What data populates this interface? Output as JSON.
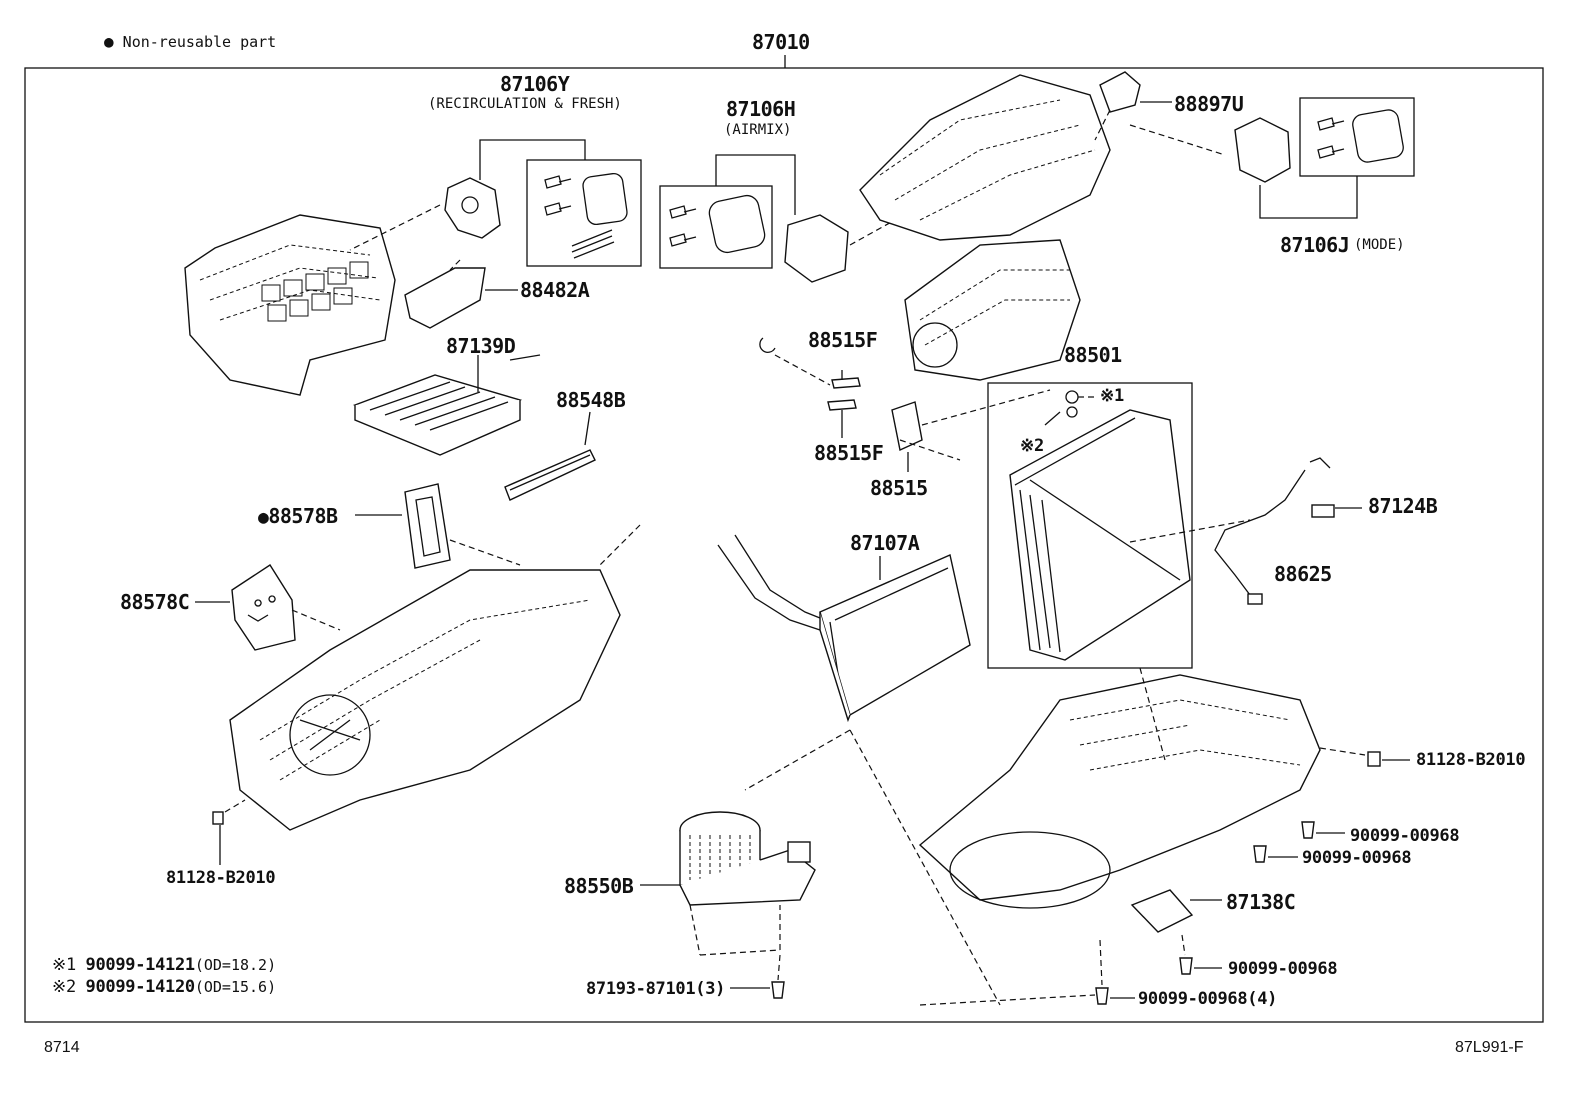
{
  "legend": {
    "marker": "●",
    "text": "Non-reusable part"
  },
  "assembly": "87010",
  "parts": {
    "p87106Y": {
      "num": "87106Y",
      "desc": "(RECIRCULATION & FRESH)"
    },
    "p87106H": {
      "num": "87106H",
      "desc": "(AIRMIX)"
    },
    "p88897U": {
      "num": "88897U"
    },
    "p87106J": {
      "num": "87106J",
      "desc": "(MODE)"
    },
    "p88482A": {
      "num": "88482A"
    },
    "p87139D": {
      "num": "87139D"
    },
    "p88548B": {
      "num": "88548B"
    },
    "p88515F_a": {
      "num": "88515F"
    },
    "p88515F_b": {
      "num": "88515F"
    },
    "p88515": {
      "num": "88515"
    },
    "p88501": {
      "num": "88501"
    },
    "p87124B": {
      "num": "87124B"
    },
    "p88625": {
      "num": "88625"
    },
    "p88578B": {
      "num": "88578B",
      "marker": "●"
    },
    "p88578C": {
      "num": "88578C"
    },
    "p87107A": {
      "num": "87107A"
    },
    "p81128_right": {
      "num": "81128-B2010"
    },
    "p81128_left": {
      "num": "81128-B2010"
    },
    "p90099_00968_a": {
      "num": "90099-00968"
    },
    "p90099_00968_b": {
      "num": "90099-00968"
    },
    "p90099_00968_c": {
      "num": "90099-00968"
    },
    "p90099_00968_4": {
      "num": "90099-00968(4)"
    },
    "p87138C": {
      "num": "87138C"
    },
    "p88550B": {
      "num": "88550B"
    },
    "p87193": {
      "num": "87193-87101(3)"
    }
  },
  "refs": {
    "r1": {
      "mark": "※1"
    },
    "r2": {
      "mark": "※2"
    }
  },
  "notes": [
    {
      "mark": "※1",
      "num": "90099-14121",
      "spec": "(OD=18.2)"
    },
    {
      "mark": "※2",
      "num": "90099-14120",
      "spec": "(OD=15.6)"
    }
  ],
  "footer": {
    "left": "8714",
    "right": "87L991-F"
  }
}
